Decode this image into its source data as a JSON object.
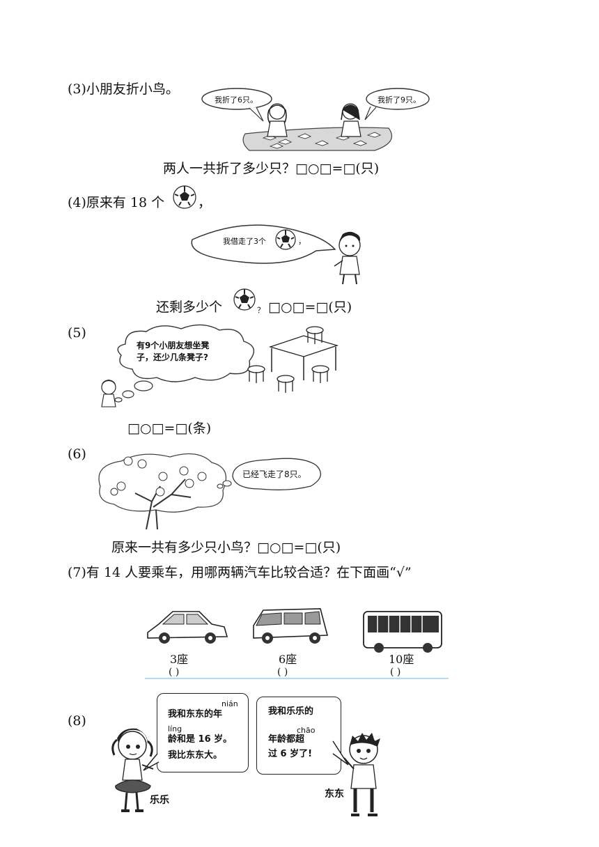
{
  "q3": {
    "label": "(3)小朋友折小鸟。",
    "bubble_left": "我折了6只。",
    "bubble_right": "我折了9只。",
    "question": "两人一共折了多少只？□○□=□(只)"
  },
  "q4": {
    "label_prefix": "(4)原来有 18 个",
    "label_suffix": "，",
    "bubble_prefix": "我借走了3个",
    "bubble_suffix": "，",
    "question_prefix": "还剩多少个",
    "question_mark": "？",
    "question_suffix": "□○□=□(只)"
  },
  "q5": {
    "label": "(5)",
    "bubble": "有9个小朋友想坐凳\n子，还少几条凳子?",
    "question": "□○□=□(条)"
  },
  "q6": {
    "label": "(6)",
    "bubble": "已经飞走了8只。",
    "question": "原来一共有多少只小鸟？□○□=□(只)"
  },
  "q7": {
    "label": "(7)有 14 人要乘车，用哪两辆汽车比较合适？在下面画“√”",
    "cars": [
      {
        "seats": "3座",
        "paren": "(    )"
      },
      {
        "seats": "6座",
        "paren": "(    )"
      },
      {
        "seats": "10座",
        "paren": "(    )"
      }
    ]
  },
  "q8": {
    "label": "(8)",
    "left_bubble_line1": "我和东东的年",
    "left_pinyin_nian": "nián",
    "left_pinyin_ling": "líng",
    "left_bubble_line2": "龄和是 16 岁。",
    "left_bubble_line3": "我比东东大。",
    "right_bubble_line1": "我和乐乐的",
    "right_pinyin_chao": "chāo",
    "right_bubble_line2": "年龄都超",
    "right_bubble_line3": "过 6 岁了!",
    "name_left": "乐乐",
    "name_right": "东东"
  }
}
